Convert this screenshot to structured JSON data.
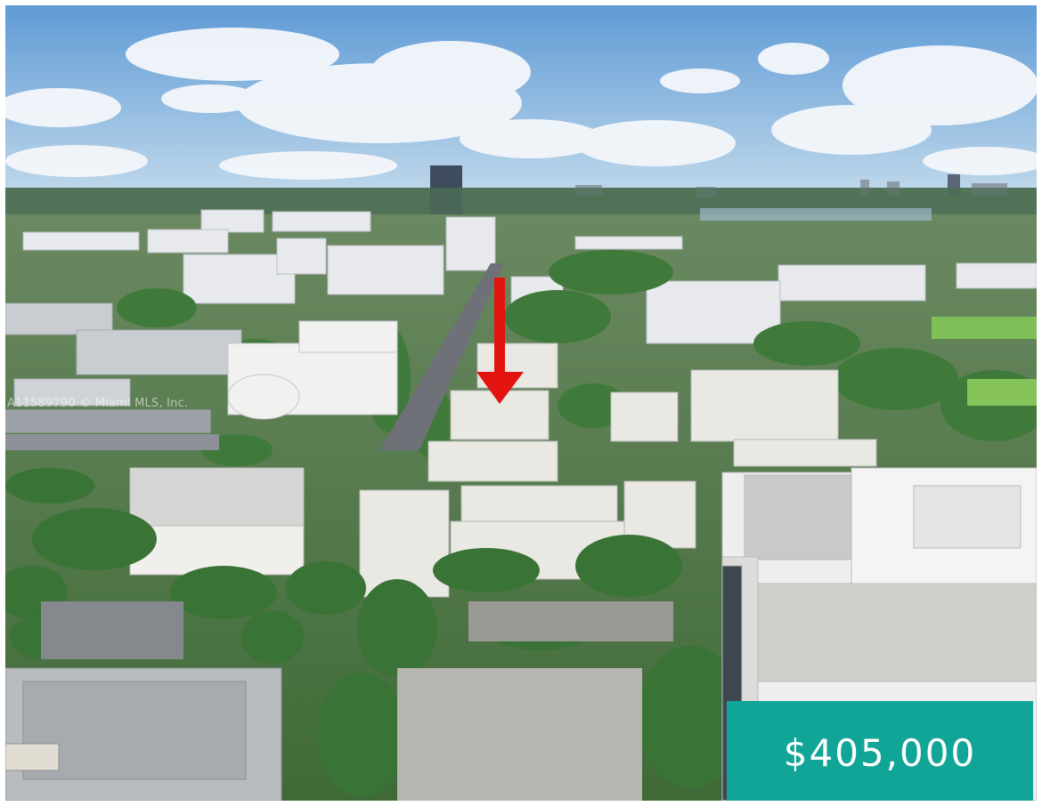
{
  "listing": {
    "price": "$405,000",
    "watermark": "A11589790 © Miami MLS, Inc."
  },
  "photo": {
    "subject": "aerial-city-view",
    "marker_icon": "down-arrow-icon",
    "colors": {
      "sky": "#6aa3d8",
      "badge": "#10a596",
      "arrow": "#e3140f"
    }
  }
}
